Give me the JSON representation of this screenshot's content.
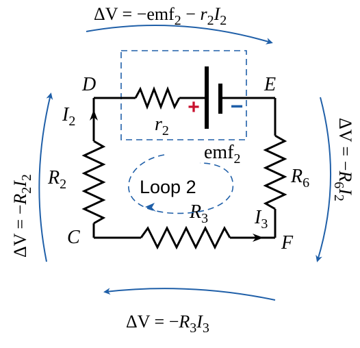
{
  "nodes": {
    "d": "D",
    "e": "E",
    "c": "C",
    "f": "F"
  },
  "components": {
    "r2": {
      "base": "r",
      "sub": "2"
    },
    "emf2": {
      "base": "emf",
      "sub": "2"
    },
    "R2": {
      "base": "R",
      "sub": "2"
    },
    "R6": {
      "base": "R",
      "sub": "6"
    },
    "R3": {
      "base": "R",
      "sub": "3"
    }
  },
  "currents": {
    "I2": {
      "base": "I",
      "sub": "2"
    },
    "I3": {
      "base": "I",
      "sub": "3"
    }
  },
  "battery": {
    "plus": "+",
    "minus": "−"
  },
  "loop_label": "Loop 2",
  "equations": {
    "top": {
      "prefix": "ΔV",
      "eq": " = −emf",
      "sub1": "2",
      "mid": " − ",
      "v1": "r",
      "s2": "2",
      "v2": "I",
      "s3": "2"
    },
    "bottom": {
      "prefix": "ΔV",
      "eq": " = −",
      "v1": "R",
      "s1": "3",
      "v2": "I",
      "s2": "3"
    },
    "left": {
      "prefix": "ΔV",
      "eq": " = −",
      "v1": "R",
      "s1": "2",
      "v2": "I",
      "s2": "2"
    },
    "right": {
      "prefix": "ΔV",
      "eq": " = −",
      "v1": "R",
      "s1": "6",
      "v2": "I",
      "s2": "2"
    }
  },
  "colors": {
    "wire": "#000000",
    "arrow": "#1f5fa8",
    "plus": "#c8102e",
    "minus": "#1f5fa8"
  }
}
